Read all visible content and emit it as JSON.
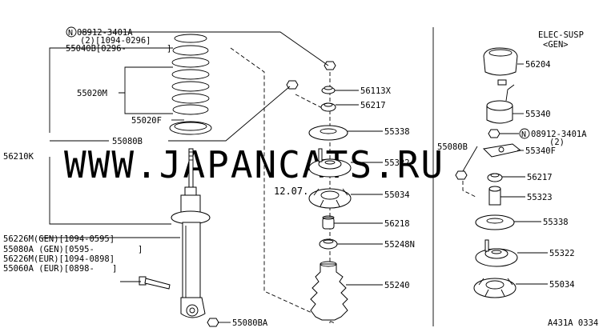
{
  "diagram": {
    "watermark": "WWW.JAPANCATS.RU",
    "watermark_date": "12.07.",
    "figure_code": "A431A 0334",
    "section_title": "ELEC-SUSP",
    "section_subtitle": "<GEN>",
    "labels": {
      "nut_spec_left": "08912-3401A",
      "nut_spec_left_note": "(2)[1094-0296]",
      "spring_ref": "55040B[0296-",
      "spring_ref_close": "]",
      "spring": "55020M",
      "spring_seat": "55020F",
      "bolt_top": "55080B",
      "strut_assembly": "56210K",
      "note_1": "56226M(GEN)[1094-0595]",
      "note_2": "55080A (GEN)[0595-",
      "note_2_close": "]",
      "note_3": "56226M(EUR)[1094-0898]",
      "note_4": "55060A (EUR)[0898-",
      "note_4_close": "]",
      "bolt_bottom": "55080BA",
      "p56113X": "56113X",
      "p56217_a": "56217",
      "p55338_a": "55338",
      "p55322_a": "55322",
      "p55034_a": "55034",
      "p56218": "56218",
      "p55248N": "55248N",
      "p55240": "55240",
      "p56204": "56204",
      "p55340": "55340",
      "nut_spec_right": "08912-3401A",
      "nut_spec_right_qty": "(2)",
      "p55080B_right": "55080B",
      "p55340F": "55340F",
      "p56217_b": "56217",
      "p55323": "55323",
      "p55338_b": "55338",
      "p55322_b": "55322",
      "p55034_b": "55034"
    }
  }
}
